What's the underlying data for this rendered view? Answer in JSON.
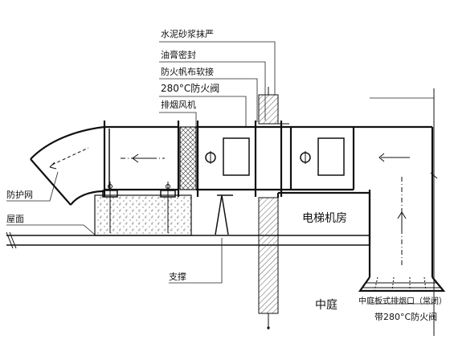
{
  "labels": {
    "mortar": "水泥砂浆抹严",
    "sealant": "油膏密封",
    "fire_canvas": "防火帆布软接",
    "fire_damper_280": "280°C防火阀",
    "exhaust_fan": "排烟风机",
    "guard_net": "防护网",
    "roof_surface": "屋面",
    "elevator_room": "电梯机房",
    "support": "支撑",
    "atrium": "中庭",
    "outlet_line1": "中庭板式排烟口（常闭）",
    "outlet_line2": "带280°C防火阀"
  },
  "colors": {
    "line": "#111111",
    "background": "#ffffff",
    "hatch": "#333333"
  }
}
